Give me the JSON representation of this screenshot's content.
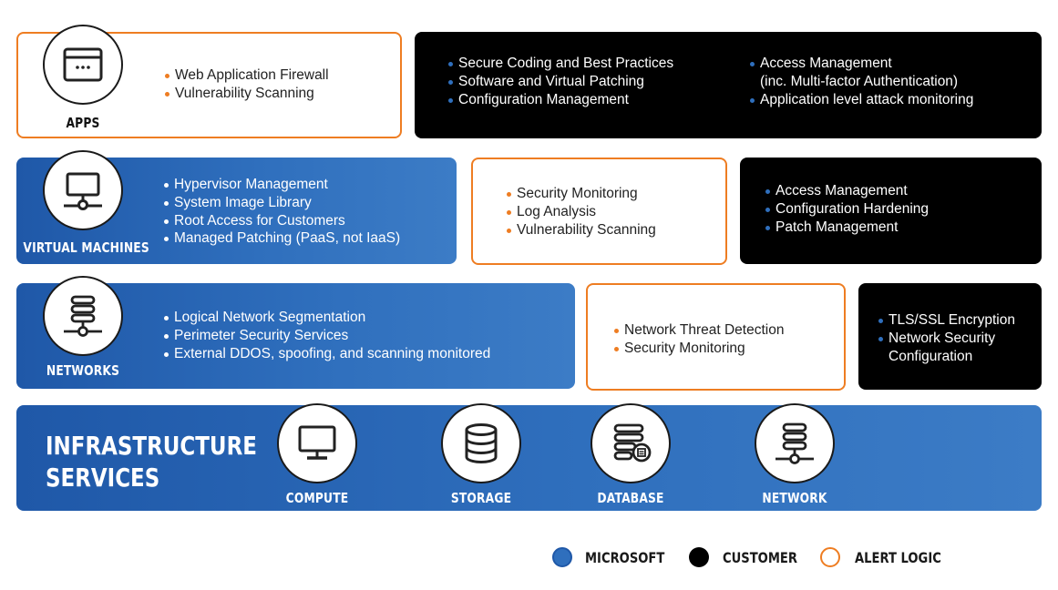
{
  "apps": {
    "label": "APPS",
    "alertlogic": [
      "Web Application Firewall",
      "Vulnerability Scanning"
    ],
    "customer_col1": [
      "Secure Coding and Best Practices",
      "Software and Virtual Patching",
      "Configuration Management"
    ],
    "customer_col2": [
      "Access Management",
      "(inc. Multi-factor Authentication)",
      "Application level attack monitoring"
    ]
  },
  "vms": {
    "label": "VIRTUAL MACHINES",
    "microsoft": [
      "Hypervisor Management",
      "System Image Library",
      "Root Access for Customers",
      "Managed Patching (PaaS, not IaaS)"
    ],
    "alertlogic": [
      "Security Monitoring",
      "Log Analysis",
      "Vulnerability Scanning"
    ],
    "customer": [
      "Access Management",
      "Configuration Hardening",
      "Patch Management"
    ]
  },
  "networks": {
    "label": "NETWORKS",
    "microsoft": [
      "Logical Network Segmentation",
      "Perimeter Security Services",
      "External DDOS, spoofing, and scanning monitored"
    ],
    "alertlogic": [
      "Network Threat Detection",
      "Security Monitoring"
    ],
    "customer": [
      "TLS/SSL Encryption",
      "Network Security",
      "Configuration"
    ]
  },
  "infrastructure": {
    "title_line1": "INFRASTRUCTURE",
    "title_line2": "SERVICES",
    "items": [
      "COMPUTE",
      "STORAGE",
      "DATABASE",
      "NETWORK"
    ]
  },
  "legend": {
    "items": [
      "MICROSOFT",
      "CUSTOMER",
      "ALERT LOGIC"
    ]
  },
  "colors": {
    "microsoft": "#2f6fbd",
    "customer": "#000000",
    "alert_logic": "#ee7d22"
  }
}
